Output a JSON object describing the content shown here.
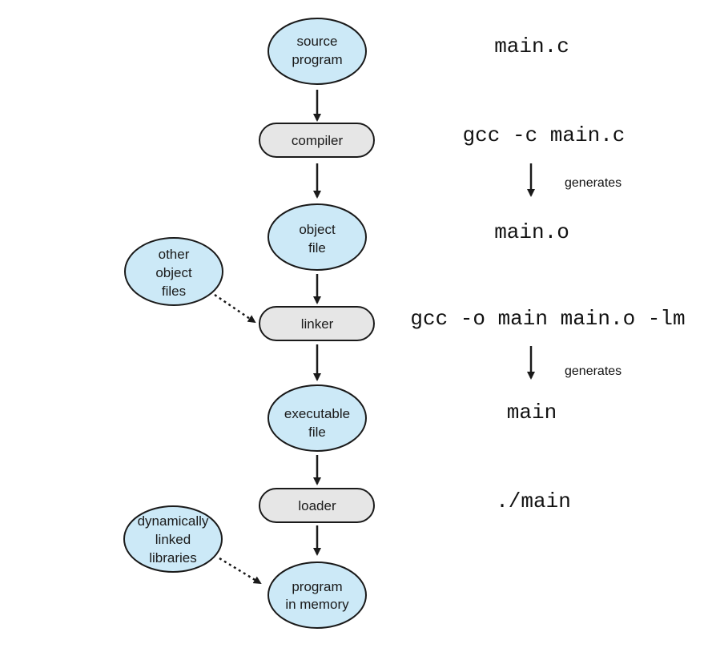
{
  "diagram": {
    "nodes": {
      "source_program": {
        "lines": [
          "source",
          "program"
        ]
      },
      "compiler": {
        "label": "compiler"
      },
      "object_file": {
        "lines": [
          "object",
          "file"
        ]
      },
      "other_object_files": {
        "lines": [
          "other",
          "object",
          "files"
        ]
      },
      "linker": {
        "label": "linker"
      },
      "executable_file": {
        "lines": [
          "executable",
          "file"
        ]
      },
      "loader": {
        "label": "loader"
      },
      "dynamically_linked_libraries": {
        "lines": [
          "dynamically",
          "linked",
          "libraries"
        ]
      },
      "program_in_memory": {
        "lines": [
          "program",
          "in memory"
        ]
      }
    },
    "commands": {
      "main_c": "main.c",
      "compile_cmd": "gcc -c main.c",
      "generates_1": "generates",
      "main_o": "main.o",
      "link_cmd": "gcc -o main main.o -lm",
      "generates_2": "generates",
      "main": "main",
      "run_cmd": "./main"
    },
    "colors": {
      "ellipse_fill": "#cce9f7",
      "box_fill": "#e6e6e6",
      "stroke": "#1a1a1a"
    }
  }
}
